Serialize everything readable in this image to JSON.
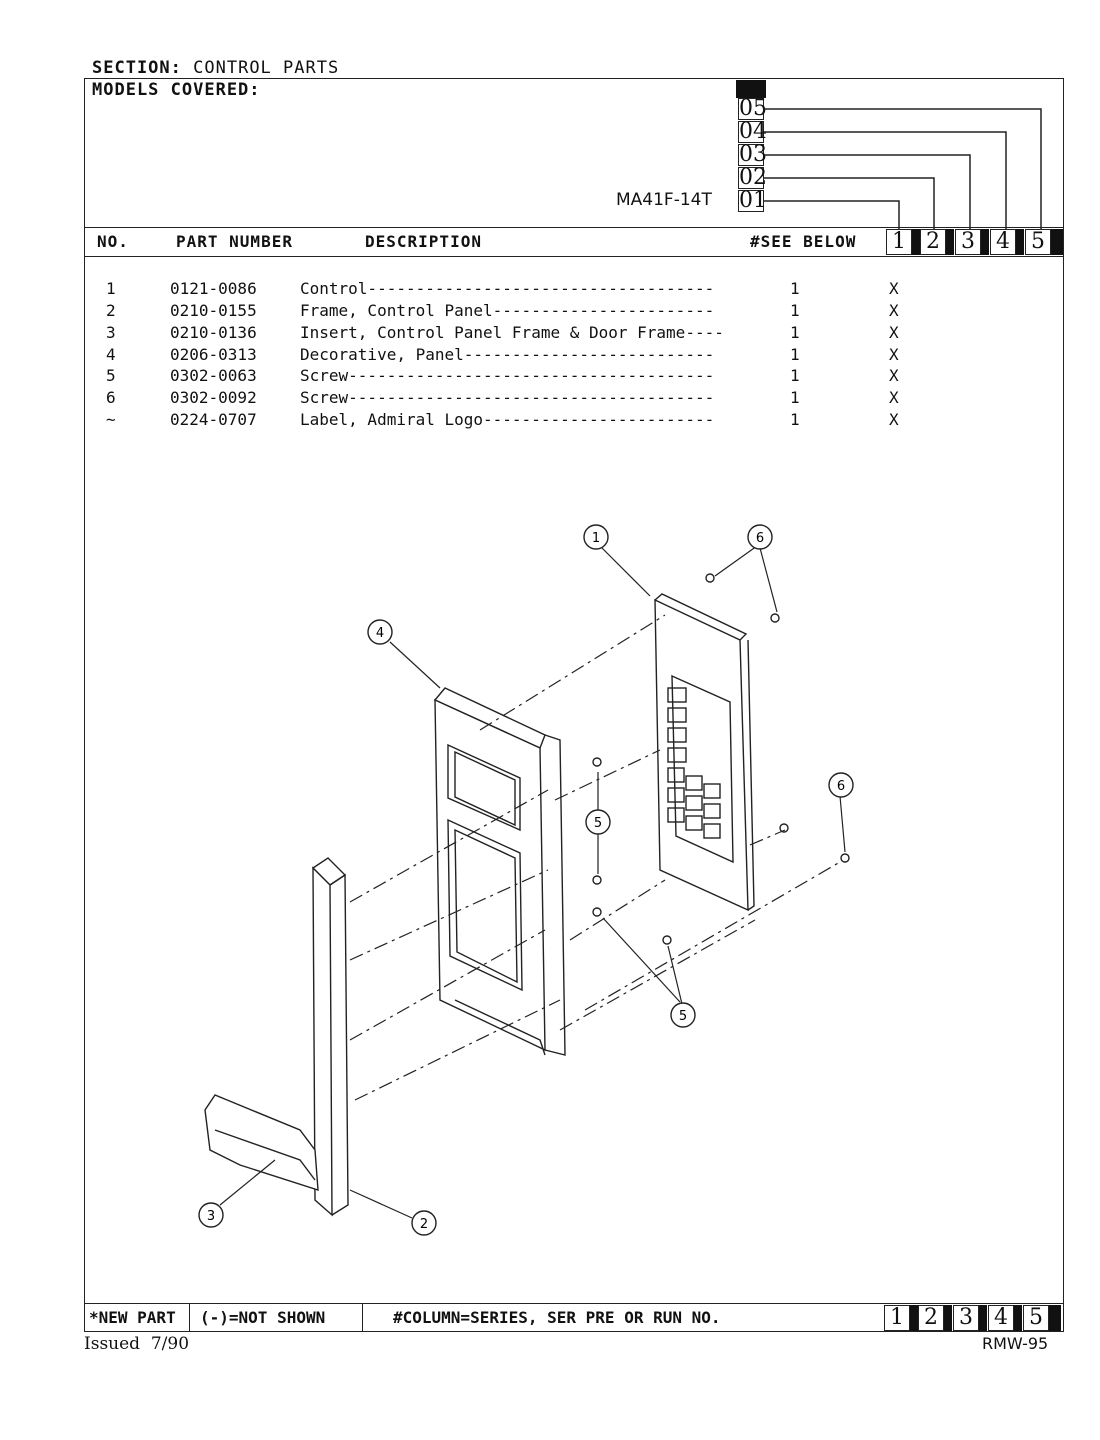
{
  "header": {
    "section_label": "SECTION:",
    "section_value": "CONTROL PARTS",
    "models_label": "MODELS COVERED:",
    "model": "MA41F-14T",
    "series_codes": [
      "05",
      "04",
      "03",
      "02",
      "01"
    ]
  },
  "columns": {
    "no": "NO.",
    "part_number": "PART NUMBER",
    "description": "DESCRIPTION",
    "see_below": "#SEE BELOW",
    "series": [
      "1",
      "2",
      "3",
      "4",
      "5"
    ]
  },
  "parts": [
    {
      "no": "1",
      "part_number": "0121-0086",
      "description": "Control------------------------------------",
      "qty": "1",
      "mark": "X"
    },
    {
      "no": "2",
      "part_number": "0210-0155",
      "description": "Frame, Control Panel-----------------------",
      "qty": "1",
      "mark": "X"
    },
    {
      "no": "3",
      "part_number": "0210-0136",
      "description": "Insert, Control Panel Frame & Door Frame----",
      "qty": "1",
      "mark": "X"
    },
    {
      "no": "4",
      "part_number": "0206-0313",
      "description": "Decorative, Panel--------------------------",
      "qty": "1",
      "mark": "X"
    },
    {
      "no": "5",
      "part_number": "0302-0063",
      "description": "Screw--------------------------------------",
      "qty": "1",
      "mark": "X"
    },
    {
      "no": "6",
      "part_number": "0302-0092",
      "description": "Screw--------------------------------------",
      "qty": "1",
      "mark": "X"
    },
    {
      "no": "~",
      "part_number": "0224-0707",
      "description": "Label, Admiral Logo------------------------",
      "qty": "1",
      "mark": "X"
    }
  ],
  "diagram": {
    "callouts": [
      "1",
      "2",
      "3",
      "4",
      "5",
      "5",
      "6",
      "6"
    ]
  },
  "footer": {
    "new_part": "*NEW PART",
    "not_shown": "(-)=NOT SHOWN",
    "column_note": "#COLUMN=SERIES, SER PRE OR RUN NO.",
    "series": [
      "1",
      "2",
      "3",
      "4",
      "5"
    ],
    "issued": "Issued  7/90",
    "doc_code": "RMW-95"
  }
}
